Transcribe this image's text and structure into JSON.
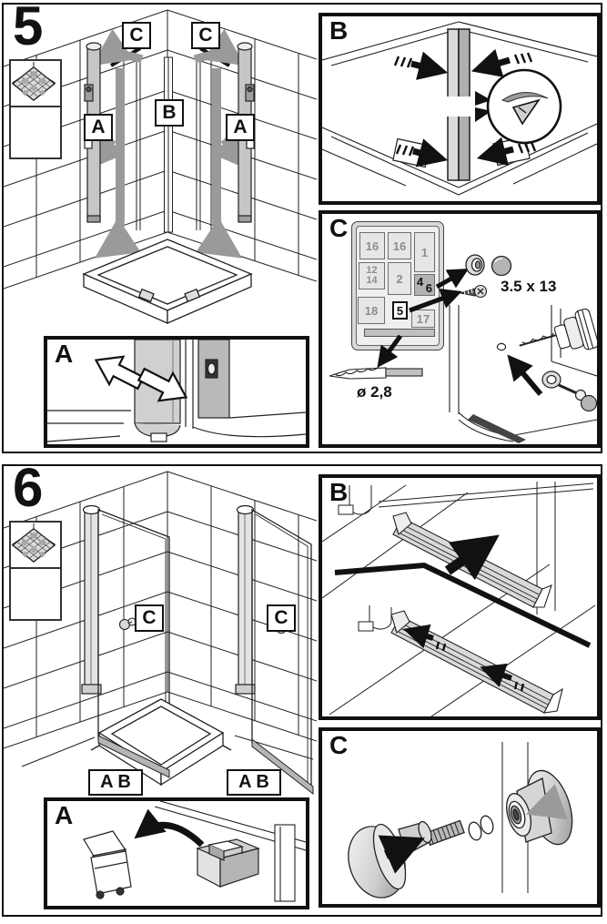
{
  "step5": {
    "number": "5",
    "main_labels": {
      "c_left": "C",
      "c_right": "C",
      "b": "B",
      "a_left": "A",
      "a_right": "A"
    },
    "inset_a": {
      "label": "A"
    },
    "inset_b": {
      "label": "B"
    },
    "inset_c": {
      "label": "C",
      "screw_size": "3.5 x 13",
      "drill_diameter": "ø 2,8",
      "tray_slots": {
        "slot_16a": "16",
        "slot_16b": "16",
        "slot_1": "1",
        "slot_12": "12",
        "slot_14": "14",
        "slot_2": "2",
        "slot_4": "4",
        "slot_6": "6",
        "slot_18": "18",
        "slot_5": "5",
        "slot_17": "17"
      }
    }
  },
  "step6": {
    "number": "6",
    "main_labels": {
      "c_left": "C",
      "c_right": "C",
      "ab_left": "A B",
      "ab_right": "A B"
    },
    "inset_a": {
      "label": "A"
    },
    "inset_b": {
      "label": "B"
    },
    "inset_c": {
      "label": "C"
    }
  },
  "icons": {
    "top": "shower-tray-icon",
    "bottom": "tiled-floor-icon"
  },
  "colors": {
    "outline": "#1a1a1a",
    "arrow_gray": "#9a9a9a",
    "profile_light": "#d9d9d9",
    "profile_mid": "#b5b5b5",
    "slot_fill": "#e6e6e6",
    "slot_number": "#8c8c8c",
    "highlight_slot_fill": "#b2b2b2"
  }
}
